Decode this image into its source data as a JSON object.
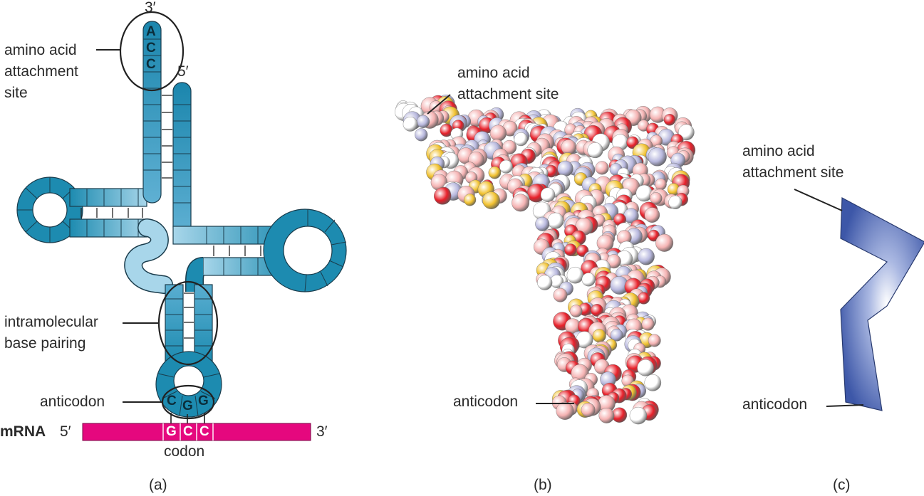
{
  "panel_a": {
    "three_prime_top": "3′",
    "five_prime_top": "5′",
    "acceptor_bases": [
      "A",
      "C",
      "C"
    ],
    "aa_site": [
      "amino acid",
      "attachment",
      "site"
    ],
    "intramolecular": [
      "intramolecular",
      "base pairing"
    ],
    "anticodon_label": "anticodon",
    "anticodon_bases": [
      "C",
      "G",
      "G"
    ],
    "mrna": "mRNA",
    "mrna_five": "5′",
    "mrna_three": "3′",
    "codon_bases": [
      "G",
      "C",
      "C"
    ],
    "codon_label": "codon",
    "caption": "(a)"
  },
  "panel_b": {
    "aa_site": [
      "amino acid",
      "attachment site"
    ],
    "anticodon_label": "anticodon",
    "caption": "(b)"
  },
  "panel_c": {
    "aa_site": [
      "amino acid",
      "attachment site"
    ],
    "anticodon_label": "anticodon",
    "caption": "(c)"
  },
  "colors": {
    "trna_dark": "#1d8bb0",
    "trna_light": "#9fd1e6",
    "mrna": "#e5087e",
    "ribbon": "#3d57a8",
    "atom_oxygen": "#e8202a",
    "atom_phosphorus": "#f2c230",
    "atom_carbon": "#f5b3b3",
    "atom_nitrogen": "#b8b8de"
  }
}
